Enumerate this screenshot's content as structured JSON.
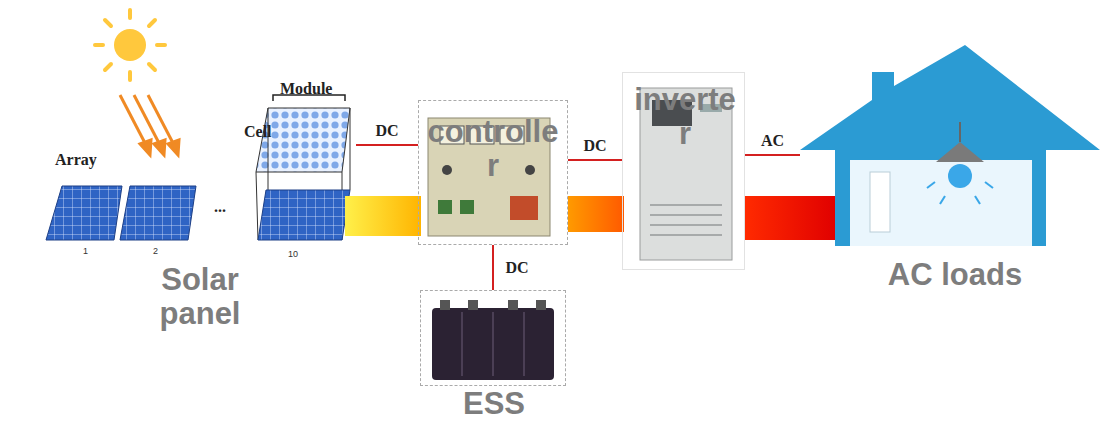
{
  "diagram": {
    "nodes": [
      {
        "text": [
          "Solar panel"
        ]
      },
      {
        "text": [
          "controller"
        ]
      },
      {
        "text": [
          "inverter"
        ]
      },
      {
        "text": [
          "ESS"
        ]
      },
      {
        "text": [
          "AC loads"
        ]
      }
    ],
    "edges": [
      {
        "from": 0,
        "to": 1,
        "label": "DC",
        "arrow": "none"
      },
      {
        "from": 1,
        "to": 2,
        "label": "DC",
        "arrow": "none"
      },
      {
        "from": 1,
        "to": 3,
        "label": "DC",
        "arrow": "none"
      },
      {
        "from": 2,
        "to": 4,
        "label": "AC",
        "arrow": "none"
      }
    ],
    "labels": [
      "Array",
      "Cell",
      "Module",
      "1",
      "2",
      "10",
      "..."
    ]
  }
}
